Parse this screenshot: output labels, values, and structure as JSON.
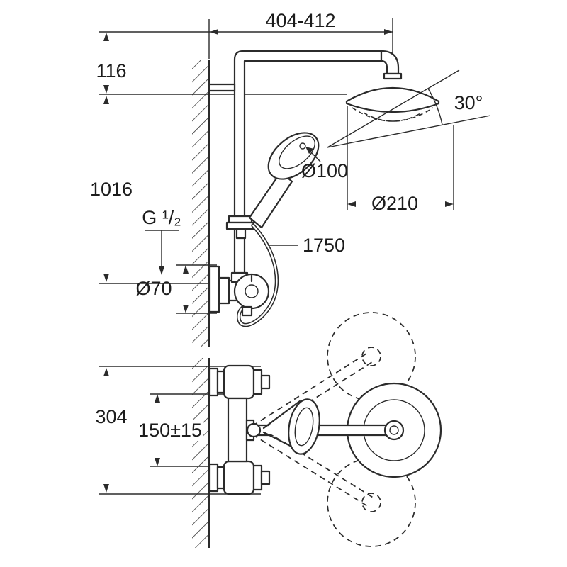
{
  "colors": {
    "line": "#2b2b2b",
    "text": "#1c1c1c",
    "background": "#ffffff"
  },
  "side_view": {
    "dimensions": {
      "reach": "404-412",
      "head_offset": "116",
      "height": "1016",
      "head_angle": "30°",
      "hand_shower_dia": "Ø100",
      "head_shower_dia": "Ø210",
      "hose_length": "1750",
      "thread": "G ¹/₂",
      "escutcheon_dia": "Ø70"
    }
  },
  "plan_view": {
    "dimensions": {
      "overall_depth": "304",
      "connection_centers": "150±15"
    }
  }
}
